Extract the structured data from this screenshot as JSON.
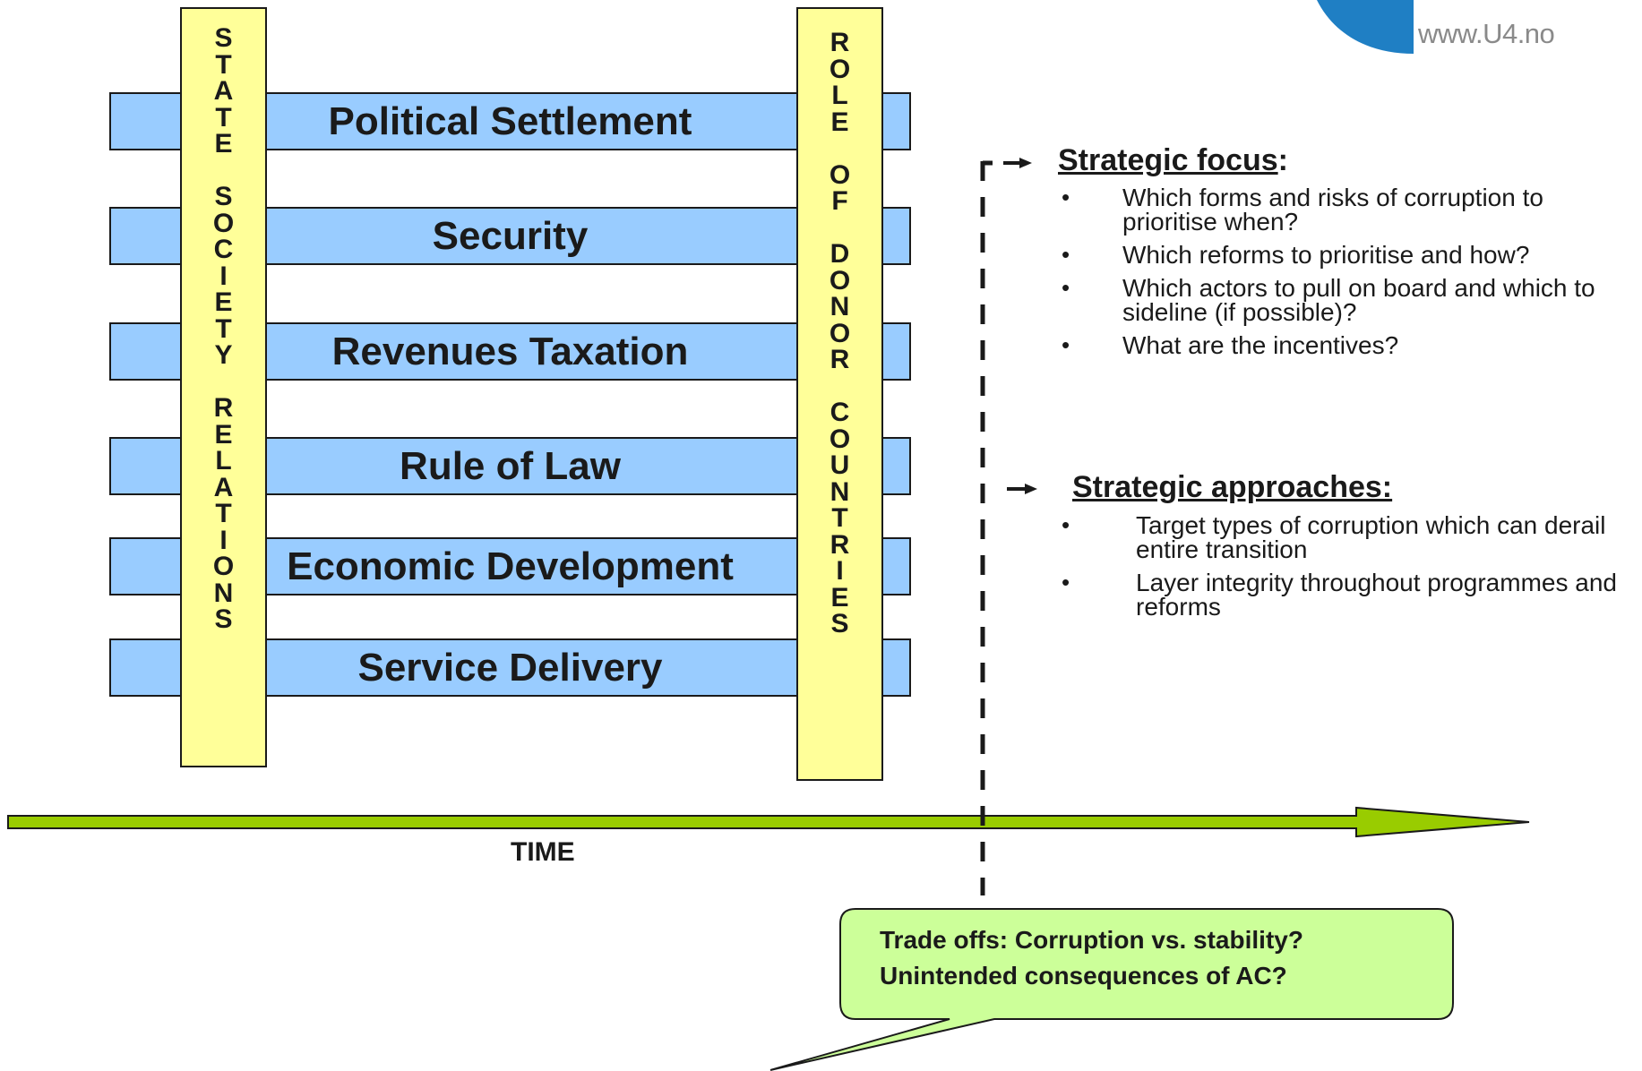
{
  "logo": {
    "url_text": "www.U4.no",
    "color": "#1f7fc4"
  },
  "bars": [
    {
      "label": "Political Settlement"
    },
    {
      "label": "Security"
    },
    {
      "label": "Revenues Taxation"
    },
    {
      "label": "Rule of Law"
    },
    {
      "label": "Economic Development"
    },
    {
      "label": "Service Delivery"
    }
  ],
  "columns": {
    "left": {
      "letters": [
        "S",
        "T",
        "A",
        "T",
        "E",
        "",
        "S",
        "O",
        "C",
        "I",
        "E",
        "T",
        "Y",
        "",
        "R",
        "E",
        "L",
        "A",
        "T",
        "I",
        "O",
        "N",
        "S"
      ]
    },
    "right": {
      "letters": [
        "R",
        "O",
        "L",
        "E",
        "",
        "O",
        "F",
        "",
        "D",
        "O",
        "N",
        "O",
        "R",
        "",
        "C",
        "O",
        "U",
        "N",
        "T",
        "R",
        "I",
        "E",
        "S"
      ]
    }
  },
  "time_label": "TIME",
  "strategic_focus": {
    "heading": "Strategic focus",
    "colon": ":",
    "items": [
      "Which forms and risks of corruption to prioritise when?",
      "Which reforms to prioritise and how?",
      "Which actors to pull on board and which to sideline (if possible)?",
      "What are the incentives?"
    ]
  },
  "strategic_approaches": {
    "heading": "Strategic approaches:",
    "items": [
      "Target types of corruption which can derail entire transition",
      "Layer integrity throughout programmes and reforms"
    ]
  },
  "callout": {
    "line1": "Trade offs: Corruption vs. stability?",
    "line2": "Unintended consequences of AC?"
  },
  "colors": {
    "bar_fill": "#99ccff",
    "column_fill": "#ffff99",
    "arrow_fill": "#99cc00",
    "callout_fill": "#ccff99"
  }
}
